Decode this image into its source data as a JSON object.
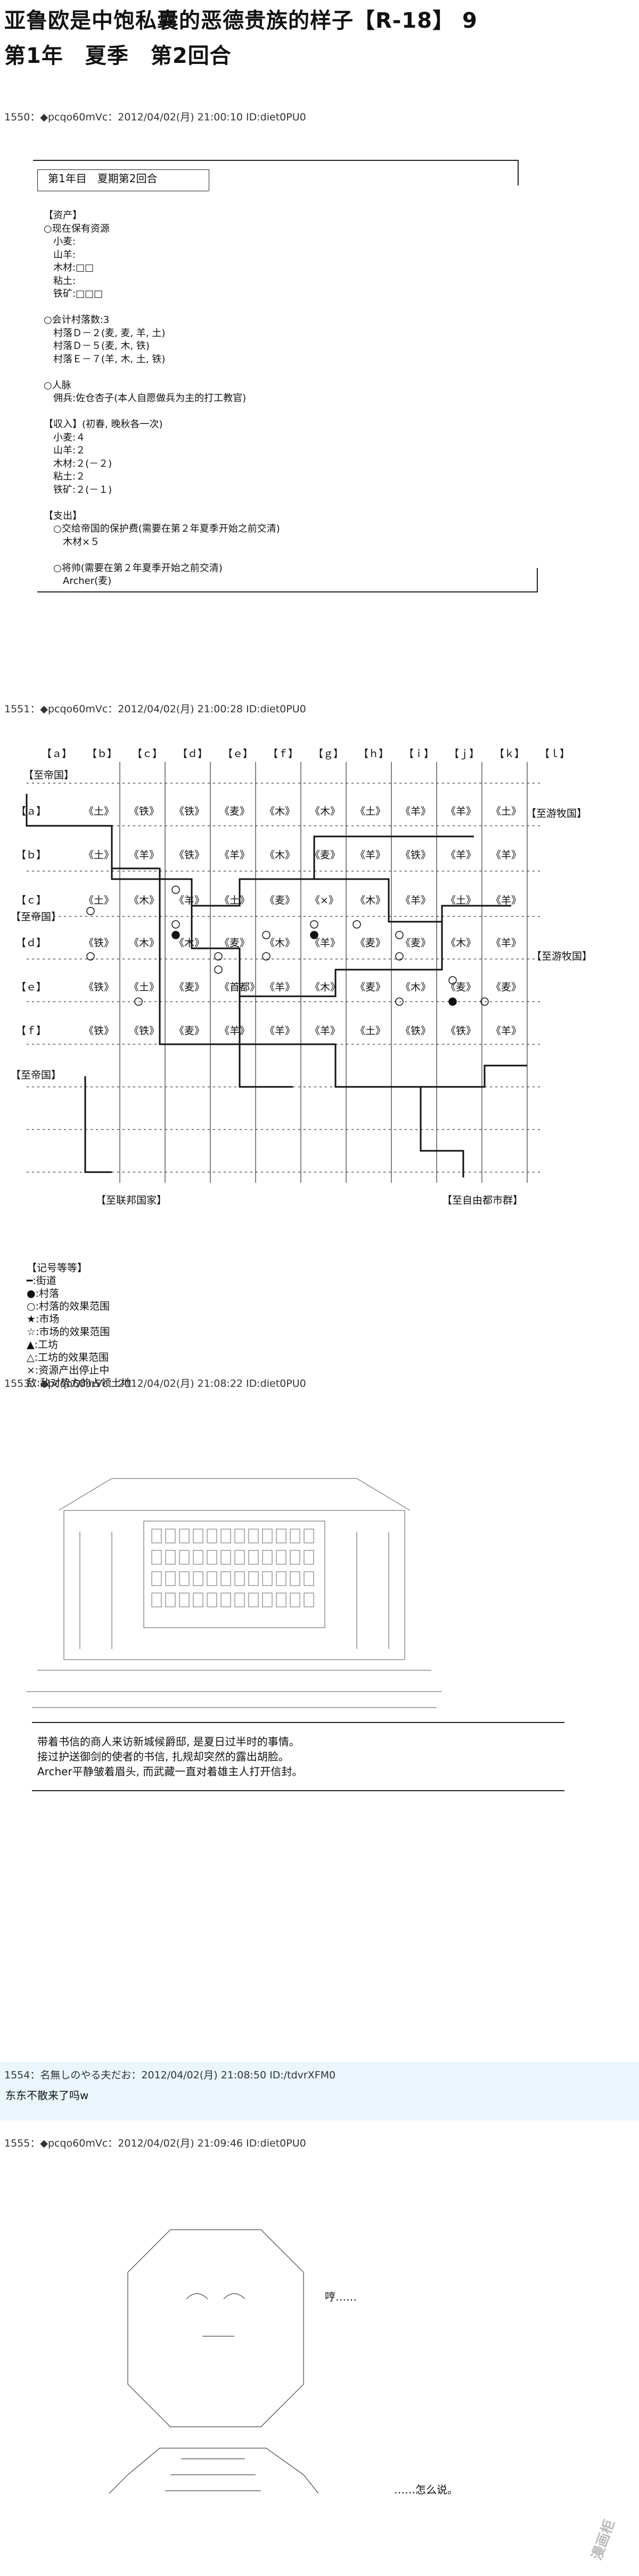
{
  "header": {
    "title_line1": "亚鲁欧是中饱私囊的恶德贵族的样子【R-18】 9",
    "title_line2": "第1年　夏季　第2回合"
  },
  "posts": {
    "p1550": "1550：◆pcqo60mVc：2012/04/02(月) 21:00:10 ID:diet0PU0",
    "p1551": "1551：◆pcqo60mVc：2012/04/02(月) 21:00:28 ID:diet0PU0",
    "p1553": "1553：◆pcqo60mVc：2012/04/02(月) 21:08:22 ID:diet0PU0",
    "p1554": "1554：名無しのやる夫だお：2012/04/02(月) 21:08:50 ID:/tdvrXFM0",
    "p1554_body": "东东不散来了吗w",
    "p1555": "1555：◆pcqo60mVc：2012/04/02(月) 21:09:46 ID:diet0PU0"
  },
  "status": {
    "box_title": "第1年目　夏期第2回合",
    "lines": [
      "【资产】",
      "○现在保有资源",
      "　小麦:",
      "　山羊:",
      "　木材:□□",
      "　粘土:",
      "　铁矿:□□□",
      "",
      "○会计村落数:3",
      "　村落Ｄ－２(麦, 麦, 羊, 土)",
      "　村落Ｄ－５(麦, 木, 铁)",
      "　村落Ｅ－７(羊, 木, 土, 铁)",
      "",
      "○人脉",
      "　佣兵:佐仓杏子(本人自愿做兵为主的打工教官)",
      "",
      "【収入】(初春, 晚秋各一次)",
      "　小麦:４",
      "　山羊:２",
      "　木材:２(－２)",
      "　粘土:２",
      "　铁矿:２(－１)",
      "",
      "【支出】",
      "　○交给帝国的保护费(需要在第２年夏季开始之前交清)",
      "　　木材×５",
      "",
      "　○将帅(需要在第２年夏季开始之前交清)",
      "　　Archer(麦)"
    ]
  },
  "map": {
    "columns": [
      "【ａ】",
      "【ｂ】",
      "【ｃ】",
      "【ｄ】",
      "【ｅ】",
      "【ｆ】",
      "【ｇ】",
      "【ｈ】",
      "【ｉ】",
      "【ｊ】",
      "【ｋ】",
      "【ｌ】"
    ],
    "rows": [
      "【ａ】",
      "【ｂ】",
      "【ｃ】",
      "【ｄ】",
      "【ｅ】",
      "【ｆ】"
    ],
    "cells": [
      [
        "《土》",
        "《铁》",
        "《铁》",
        "《麦》",
        "《木》",
        "《木》",
        "《土》",
        "《羊》",
        "《羊》",
        "《土》"
      ],
      [
        "《土》",
        "《羊》",
        "《铁》",
        "《羊》",
        "《木》",
        "《麦》",
        "《羊》",
        "《铁》",
        "《羊》",
        "《羊》"
      ],
      [
        "《土》",
        "《木》",
        "《羊》",
        "《土》",
        "《麦》",
        "《×》",
        "《木》",
        "《羊》",
        "《土》",
        "《羊》"
      ],
      [
        "《铁》",
        "《木》",
        "《木》",
        "《麦》",
        "《木》",
        "《羊》",
        "《麦》",
        "《麦》",
        "《木》",
        "《羊》"
      ],
      [
        "《铁》",
        "《土》",
        "《麦》",
        "《首都》",
        "《羊》",
        "《木》",
        "《麦》",
        "《木》",
        "《麦》",
        "《麦》"
      ],
      [
        "《铁》",
        "《铁》",
        "《麦》",
        "《羊》",
        "《羊》",
        "《羊》",
        "《土》",
        "《铁》",
        "《铁》",
        "《羊》"
      ]
    ],
    "labels": {
      "empire_tl": "【至帝国】",
      "empire_l": "【至帝国】",
      "empire_bl": "【至帝国】",
      "nomad_r1": "【至游牧国】",
      "nomad_r2": "【至游牧国】",
      "union": "【至联邦国家】",
      "free_city": "【至自由都市群】"
    }
  },
  "legend": {
    "lines": [
      "【记号等等】",
      "━:街道",
      "●:村落",
      "○:村落的效果范围",
      "★:市场",
      "☆:市场的效果范围",
      "▲:工坊",
      "△:工坊的效果范围",
      "×:资源产出停止中",
      "敌:敌对势力的占领土地"
    ]
  },
  "story1553": [
    "带着书信的商人来访新城候爵邸, 是夏日过半时的事情。",
    "接过护送御剑的使者的书信, 扎规却突然的露出胡脸。",
    "Archer平静皱着眉头, 而武藏一直对着雄主人打开信封。"
  ],
  "aa_text": {
    "heh": "哼……",
    "sigh": "……怎么说。"
  },
  "watermark": "漫画柜",
  "colors": {
    "post_bg": "#eaf6fc"
  }
}
